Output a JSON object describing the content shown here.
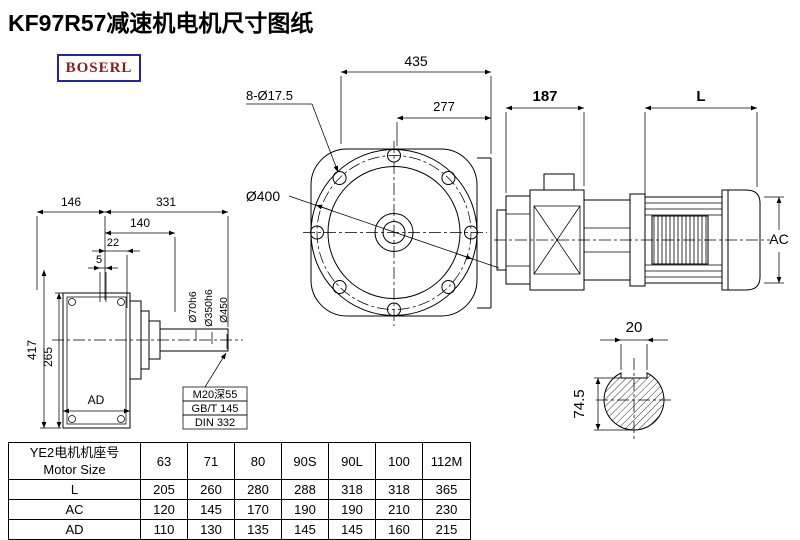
{
  "page": {
    "title": "KF97R57减速机电机尺寸图纸",
    "logo": "BOSERL"
  },
  "front_view": {
    "dim_total_width": "435",
    "dim_bolt_holes": "8-Ø17.5",
    "dim_inner_width": "277",
    "dim_flange_dia": "Ø400"
  },
  "side_view": {
    "dim_gearbox_len": "187",
    "dim_motor_len": "L",
    "dim_motor_dia": "AC"
  },
  "left_view": {
    "dim_146": "146",
    "dim_331": "331",
    "dim_140": "140",
    "dim_22": "22",
    "dim_5": "5",
    "dim_417": "417",
    "dim_265": "265",
    "dim_ad": "AD",
    "label_shaft_dia": "Ø70h6",
    "label_spigot_dia": "Ø350h6",
    "label_flange_dia": "Ø450",
    "label_tap": "M20深55",
    "label_std1": "GB/T 145",
    "label_std2": "DIN 332"
  },
  "shaft_section": {
    "dim_key_width": "20",
    "dim_key_height": "74.5"
  },
  "table": {
    "header_cn": "YE2电机机座号",
    "header_en": "Motor Size",
    "sizes": [
      "63",
      "71",
      "80",
      "90S",
      "90L",
      "100",
      "112M"
    ],
    "rows": [
      {
        "label": "L",
        "values": [
          "205",
          "260",
          "280",
          "288",
          "318",
          "318",
          "365"
        ]
      },
      {
        "label": "AC",
        "values": [
          "120",
          "145",
          "170",
          "190",
          "190",
          "210",
          "230"
        ]
      },
      {
        "label": "AD",
        "values": [
          "110",
          "130",
          "135",
          "145",
          "145",
          "160",
          "215"
        ]
      }
    ]
  }
}
